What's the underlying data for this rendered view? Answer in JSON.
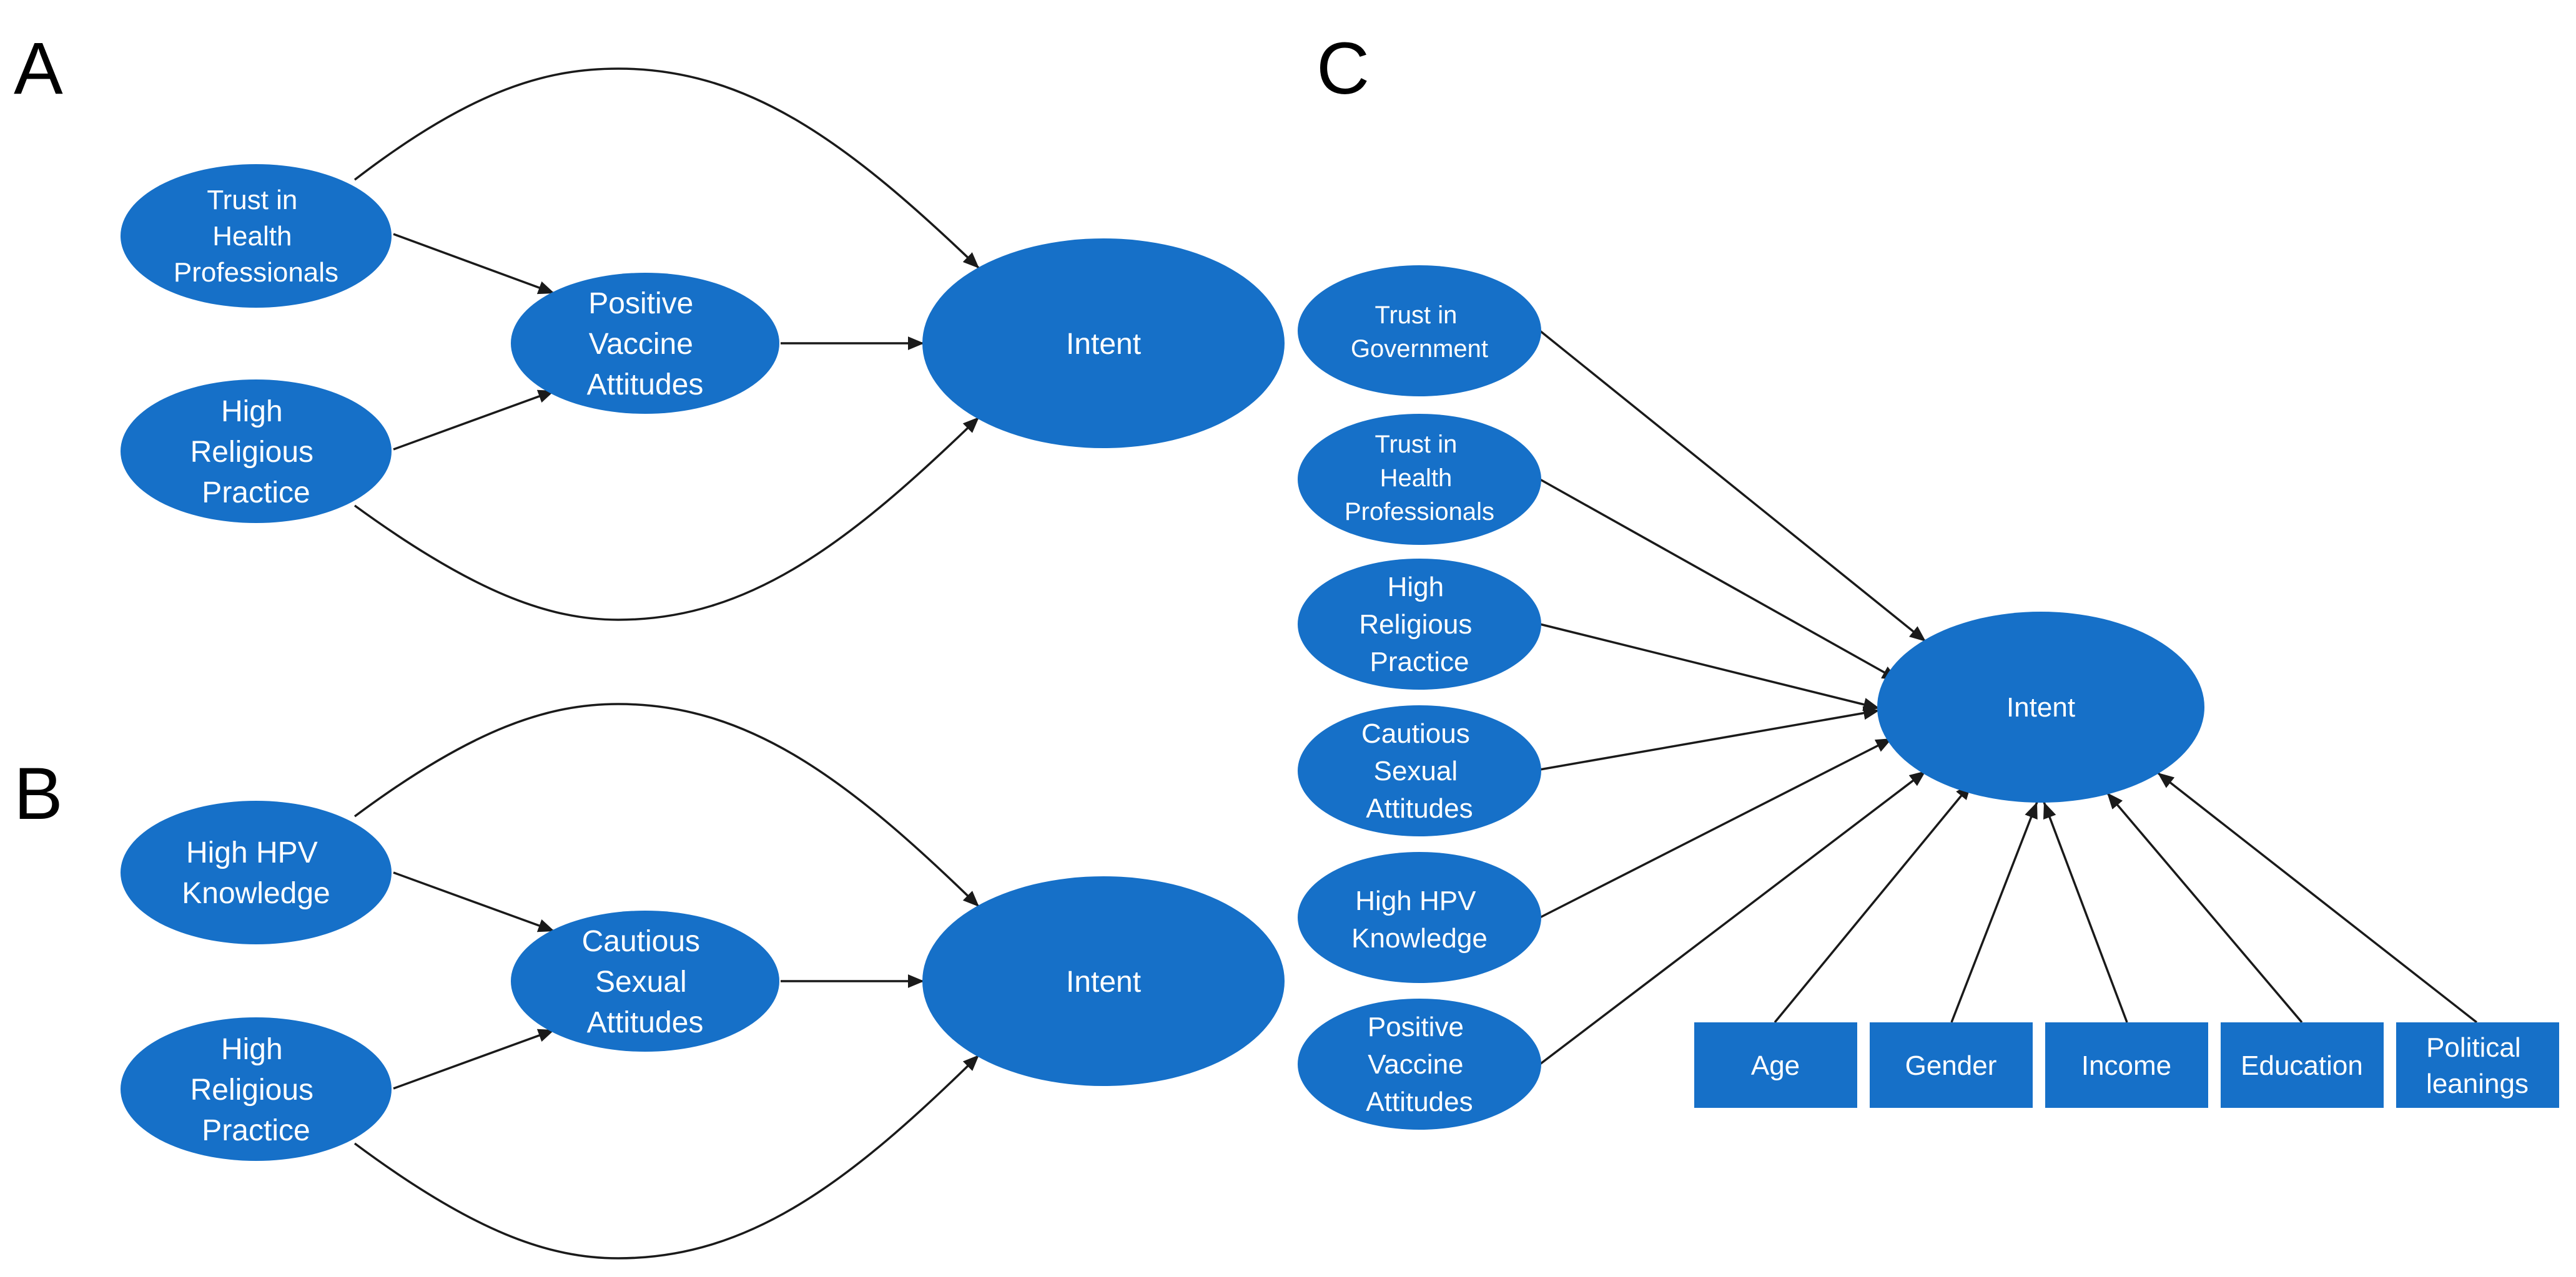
{
  "colors": {
    "node": "#1670c8",
    "text": "#ffffff",
    "edge": "#1a1a1a"
  },
  "panels": {
    "a": {
      "label": "A",
      "trust_health": [
        "Trust in",
        "Health",
        "Professionals"
      ],
      "mediator": [
        "Positive",
        "Vaccine",
        "Attitudes"
      ],
      "religious": [
        "High",
        "Religious",
        "Practice"
      ],
      "intent": [
        "Intent"
      ]
    },
    "b": {
      "label": "B",
      "hpv_knowledge": [
        "High HPV",
        "Knowledge"
      ],
      "mediator": [
        "Cautious",
        "Sexual",
        "Attitudes"
      ],
      "religious": [
        "High",
        "Religious",
        "Practice"
      ],
      "intent": [
        "Intent"
      ]
    },
    "c": {
      "label": "C",
      "predictors": {
        "trust_government": [
          "Trust in",
          "Government"
        ],
        "trust_health": [
          "Trust in",
          "Health",
          "Professionals"
        ],
        "religious": [
          "High",
          "Religious",
          "Practice"
        ],
        "sexual_attitudes": [
          "Cautious",
          "Sexual",
          "Attitudes"
        ],
        "hpv_knowledge": [
          "High HPV",
          "Knowledge"
        ],
        "vaccine_attitudes": [
          "Positive",
          "Vaccine",
          "Attitudes"
        ]
      },
      "intent": [
        "Intent"
      ],
      "covariates": {
        "age": [
          "Age"
        ],
        "gender": [
          "Gender"
        ],
        "income": [
          "Income"
        ],
        "education": [
          "Education"
        ],
        "political": [
          "Political",
          "leanings"
        ]
      }
    }
  }
}
